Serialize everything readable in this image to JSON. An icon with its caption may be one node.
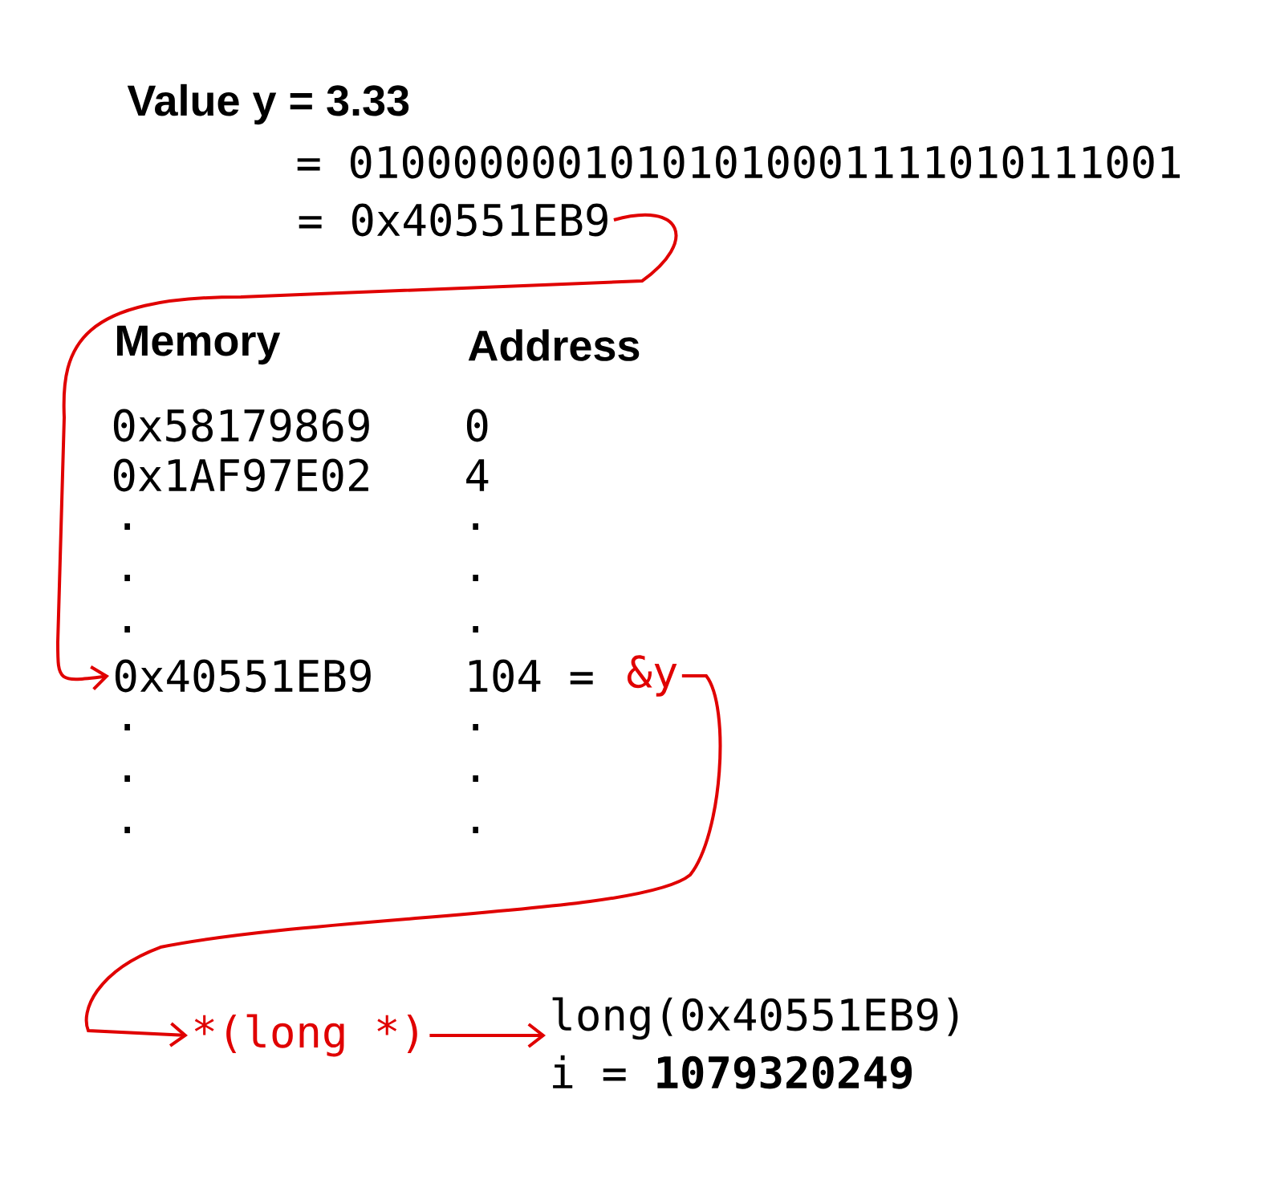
{
  "diagram": {
    "nodes": [
      {
        "text": [
          "= 0x40551EB9"
        ]
      },
      {
        "text": [
          "0x40551EB9"
        ]
      },
      {
        "text": [
          "&y"
        ]
      },
      {
        "text": [
          "*(long *)"
        ]
      },
      {
        "text": [
          "long(0x40551EB9)",
          "i = **1079320249**"
        ]
      }
    ],
    "edges": [
      {
        "from": 0,
        "to": 1,
        "arrow": "to"
      },
      {
        "from": 2,
        "to": 3,
        "arrow": "to"
      },
      {
        "from": 3,
        "to": 4,
        "arrow": "to"
      }
    ],
    "labels": [
      "Value y = 3.33",
      "= 01000000010101010001111010111001",
      "Memory",
      "Address",
      "0x58179869",
      "0",
      "0x1AF97E02",
      "4",
      ".",
      ".",
      ".",
      ".",
      ".",
      ".",
      "104 =",
      ".",
      ".",
      ".",
      ".",
      ".",
      "."
    ]
  }
}
